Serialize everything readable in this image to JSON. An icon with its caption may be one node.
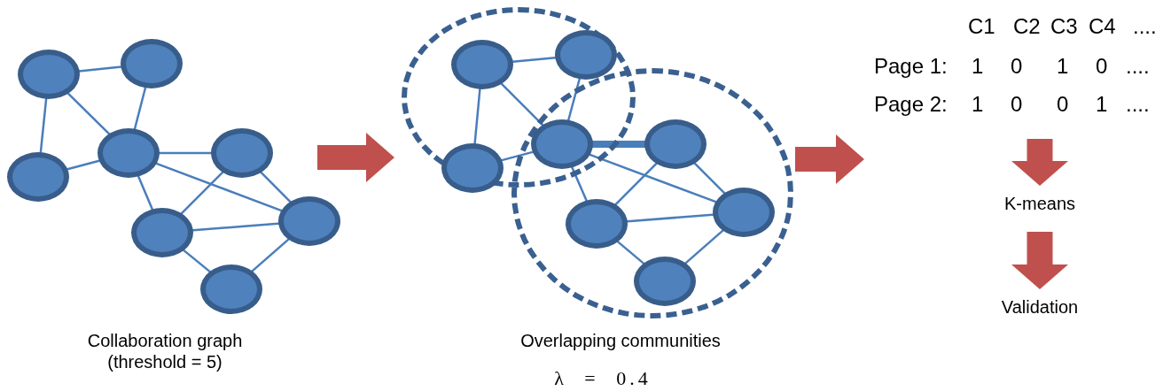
{
  "diagram": {
    "nodes": [
      {
        "text": [],
        "shape": "circle"
      },
      {
        "text": [],
        "shape": "circle"
      },
      {
        "text": [],
        "shape": "circle"
      },
      {
        "text": [],
        "shape": "circle"
      },
      {
        "text": [],
        "shape": "circle"
      },
      {
        "text": [],
        "shape": "circle"
      },
      {
        "text": [],
        "shape": "circle"
      },
      {
        "text": [],
        "shape": "circle"
      },
      {
        "text": [],
        "shape": "circle"
      },
      {
        "text": [],
        "shape": "circle",
        "in": 8
      },
      {
        "text": [],
        "shape": "circle",
        "in": 8
      },
      {
        "text": [],
        "shape": "circle"
      },
      {
        "text": [],
        "shape": "circle"
      },
      {
        "text": [],
        "shape": "circle"
      },
      {
        "text": [],
        "shape": "circle",
        "in": 13
      },
      {
        "text": [],
        "shape": "circle",
        "in": 13
      },
      {
        "text": [],
        "shape": "circle",
        "in": 13
      },
      {
        "text": [],
        "shape": "circle",
        "in": 13
      },
      {
        "text": [
          "K-means"
        ]
      },
      {
        "text": [
          "Validation"
        ]
      }
    ],
    "edges": [
      {
        "from": 0,
        "to": 1,
        "arrow": "none"
      },
      {
        "from": 0,
        "to": 2,
        "arrow": "none"
      },
      {
        "from": 0,
        "to": 3,
        "arrow": "none"
      },
      {
        "from": 1,
        "to": 3,
        "arrow": "none"
      },
      {
        "from": 2,
        "to": 3,
        "arrow": "none"
      },
      {
        "from": 3,
        "to": 4,
        "arrow": "none"
      },
      {
        "from": 3,
        "to": 6,
        "arrow": "none"
      },
      {
        "from": 3,
        "to": 5,
        "arrow": "none"
      },
      {
        "from": 4,
        "to": 5,
        "arrow": "none"
      },
      {
        "from": 4,
        "to": 6,
        "arrow": "none"
      },
      {
        "from": 5,
        "to": 6,
        "arrow": "none"
      },
      {
        "from": 5,
        "to": 7,
        "arrow": "none"
      },
      {
        "from": 6,
        "to": 7,
        "arrow": "none"
      },
      {
        "from": 9,
        "to": 10,
        "arrow": "none"
      },
      {
        "from": 9,
        "to": 11,
        "arrow": "none"
      },
      {
        "from": 9,
        "to": 12,
        "arrow": "none"
      },
      {
        "from": 10,
        "to": 12,
        "arrow": "none"
      },
      {
        "from": 11,
        "to": 12,
        "arrow": "none"
      },
      {
        "from": 12,
        "to": 14,
        "arrow": "none",
        "style": "thick"
      },
      {
        "from": 12,
        "to": 16,
        "arrow": "none"
      },
      {
        "from": 12,
        "to": 15,
        "arrow": "none"
      },
      {
        "from": 14,
        "to": 15,
        "arrow": "none"
      },
      {
        "from": 14,
        "to": 16,
        "arrow": "none"
      },
      {
        "from": 15,
        "to": 16,
        "arrow": "none"
      },
      {
        "from": 15,
        "to": 17,
        "arrow": "none"
      },
      {
        "from": 16,
        "to": 17,
        "arrow": "none"
      },
      {
        "from": null,
        "to": 18,
        "arrow": "to",
        "style": "thick",
        "color": "#c0504d"
      },
      {
        "from": 18,
        "to": 19,
        "arrow": "to",
        "style": "thick",
        "color": "#c0504d"
      }
    ],
    "labels": [
      "C1",
      "C2",
      "C3",
      "C4",
      "....",
      "Page 1:",
      "1",
      "0",
      "1",
      "0",
      "....",
      "Page 2:",
      "1",
      "0",
      "0",
      "1",
      "....",
      "Collaboration graph (threshold = 5)",
      "Overlapping communities",
      "λ = 0.4"
    ]
  }
}
